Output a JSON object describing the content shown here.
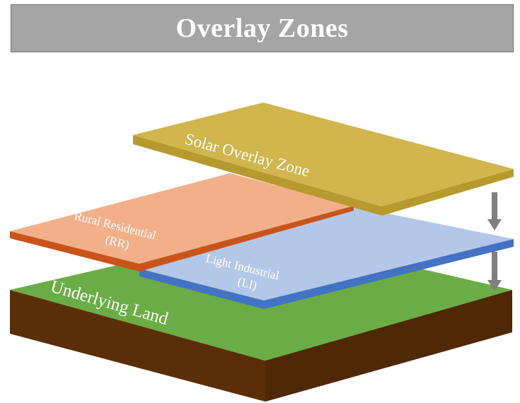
{
  "title": "Overlay Zones",
  "layers": {
    "solar": {
      "label": "Solar Overlay Zone",
      "top_color": "#d1b54d",
      "edge_color": "#b79a2e"
    },
    "rural_residential": {
      "label_line1": "Rural Residential",
      "label_line2": "(RR)",
      "top_color": "#f2b08a",
      "edge_color": "#c9541a"
    },
    "light_industrial": {
      "label_line1": "Light Industrial",
      "label_line2": "(LI)",
      "top_color": "#b3c8e8",
      "edge_color": "#4472c4"
    },
    "underlying_land": {
      "label": "Underlying Land",
      "top_color": "#6aad46",
      "side_color": "#5a2f08"
    }
  },
  "arrows": {
    "color": "#7f7f7f",
    "count": 2
  }
}
